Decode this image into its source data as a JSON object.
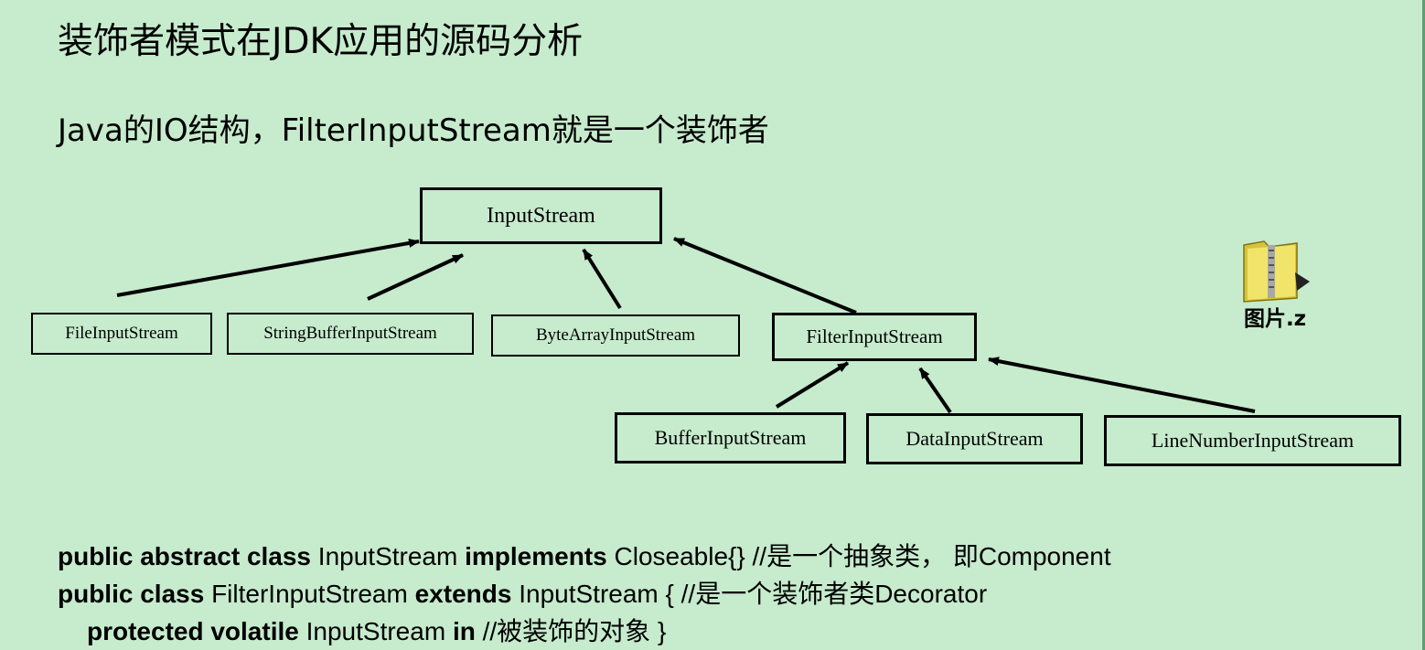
{
  "title": "装饰者模式在JDK应用的源码分析",
  "subtitle": "Java的IO结构，FilterInputStream就是一个装饰者",
  "diagram": {
    "boxes": {
      "input_stream": "InputStream",
      "file_input_stream": "FileInputStream",
      "string_buffer_input_stream": "StringBufferInputStream",
      "byte_array_input_stream": "ByteArrayInputStream",
      "filter_input_stream": "FilterInputStream",
      "buffer_input_stream": "BufferInputStream",
      "data_input_stream": "DataInputStream",
      "line_number_input_stream": "LineNumberInputStream"
    },
    "edges": [
      [
        "file_input_stream",
        "input_stream"
      ],
      [
        "string_buffer_input_stream",
        "input_stream"
      ],
      [
        "byte_array_input_stream",
        "input_stream"
      ],
      [
        "filter_input_stream",
        "input_stream"
      ],
      [
        "buffer_input_stream",
        "filter_input_stream"
      ],
      [
        "data_input_stream",
        "filter_input_stream"
      ],
      [
        "line_number_input_stream",
        "filter_input_stream"
      ]
    ]
  },
  "attachment": {
    "icon": "zip-folder-icon",
    "label": "图片.z"
  },
  "code": {
    "line1": {
      "kw1": "public abstract class",
      "t1": " InputStream ",
      "kw2": "implements",
      "t2": " Closeable{} //是一个抽象类，  即Component"
    },
    "line2": {
      "kw1": "public class",
      "t1": " FilterInputStream ",
      "kw2": "extends",
      "t2": " InputStream { //是一个装饰者类Decorator"
    },
    "line3": {
      "kw1": "protected volatile",
      "t1": " InputStream ",
      "kw2": "in",
      "t2": " //被装饰的对象 }"
    }
  },
  "colors": {
    "background": "#c6ebcd",
    "border": "#5f9e73",
    "stroke": "#000000"
  }
}
